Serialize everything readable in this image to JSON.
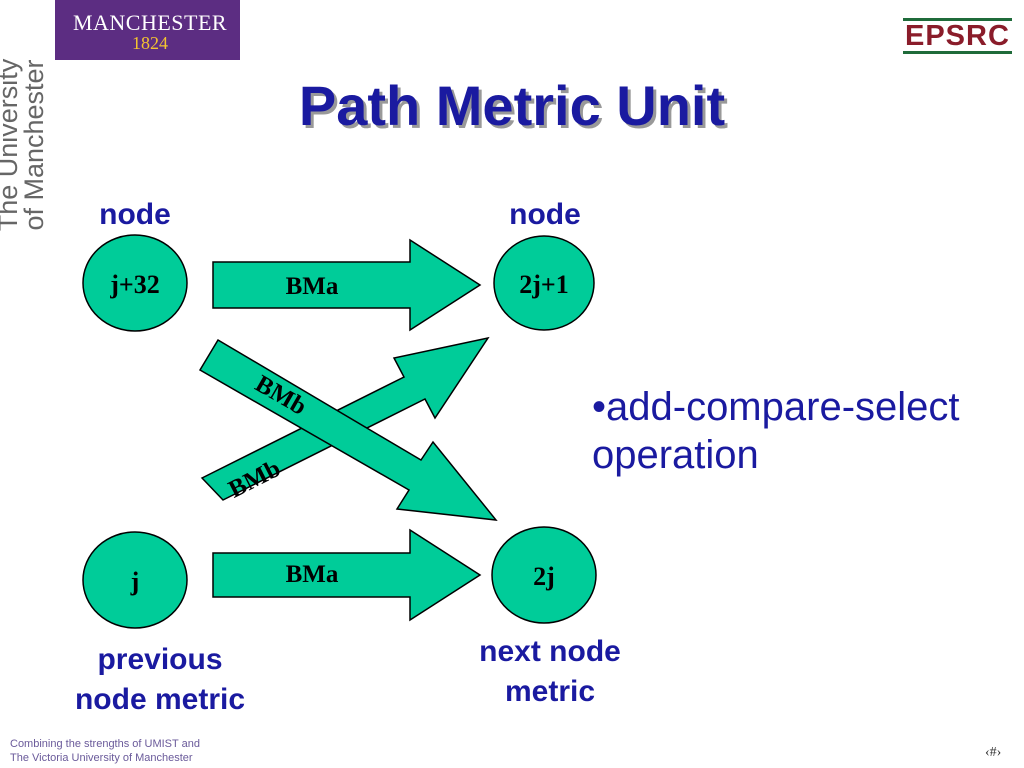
{
  "logo": {
    "name": "MANCHESTER",
    "year": "1824"
  },
  "side_logo": {
    "line1": "The University",
    "line2": "of Manchester"
  },
  "epsrc": "EPSRC",
  "title": "Path Metric Unit",
  "diagram": {
    "top_left_heading": "node",
    "top_right_heading": "node",
    "nodes": {
      "j32": "j+32",
      "j": "j",
      "n2j1": "2j+1",
      "n2j": "2j"
    },
    "arrows": {
      "top": "BMa",
      "bottom": "BMa",
      "diag_down": "BMb",
      "diag_up": "BMb"
    },
    "bottom_left_label": [
      "previous",
      "node metric"
    ],
    "bottom_right_label": [
      "next node",
      "metric"
    ]
  },
  "bullet": "•add-compare-select operation",
  "footer": {
    "line1": "Combining the strengths of UMIST and",
    "line2": "The Victoria University of Manchester"
  },
  "page_number": "‹#›",
  "colors": {
    "title": "#1a1aa0",
    "node_fill": "#00cc99",
    "logo_bg": "#5c2d82"
  }
}
